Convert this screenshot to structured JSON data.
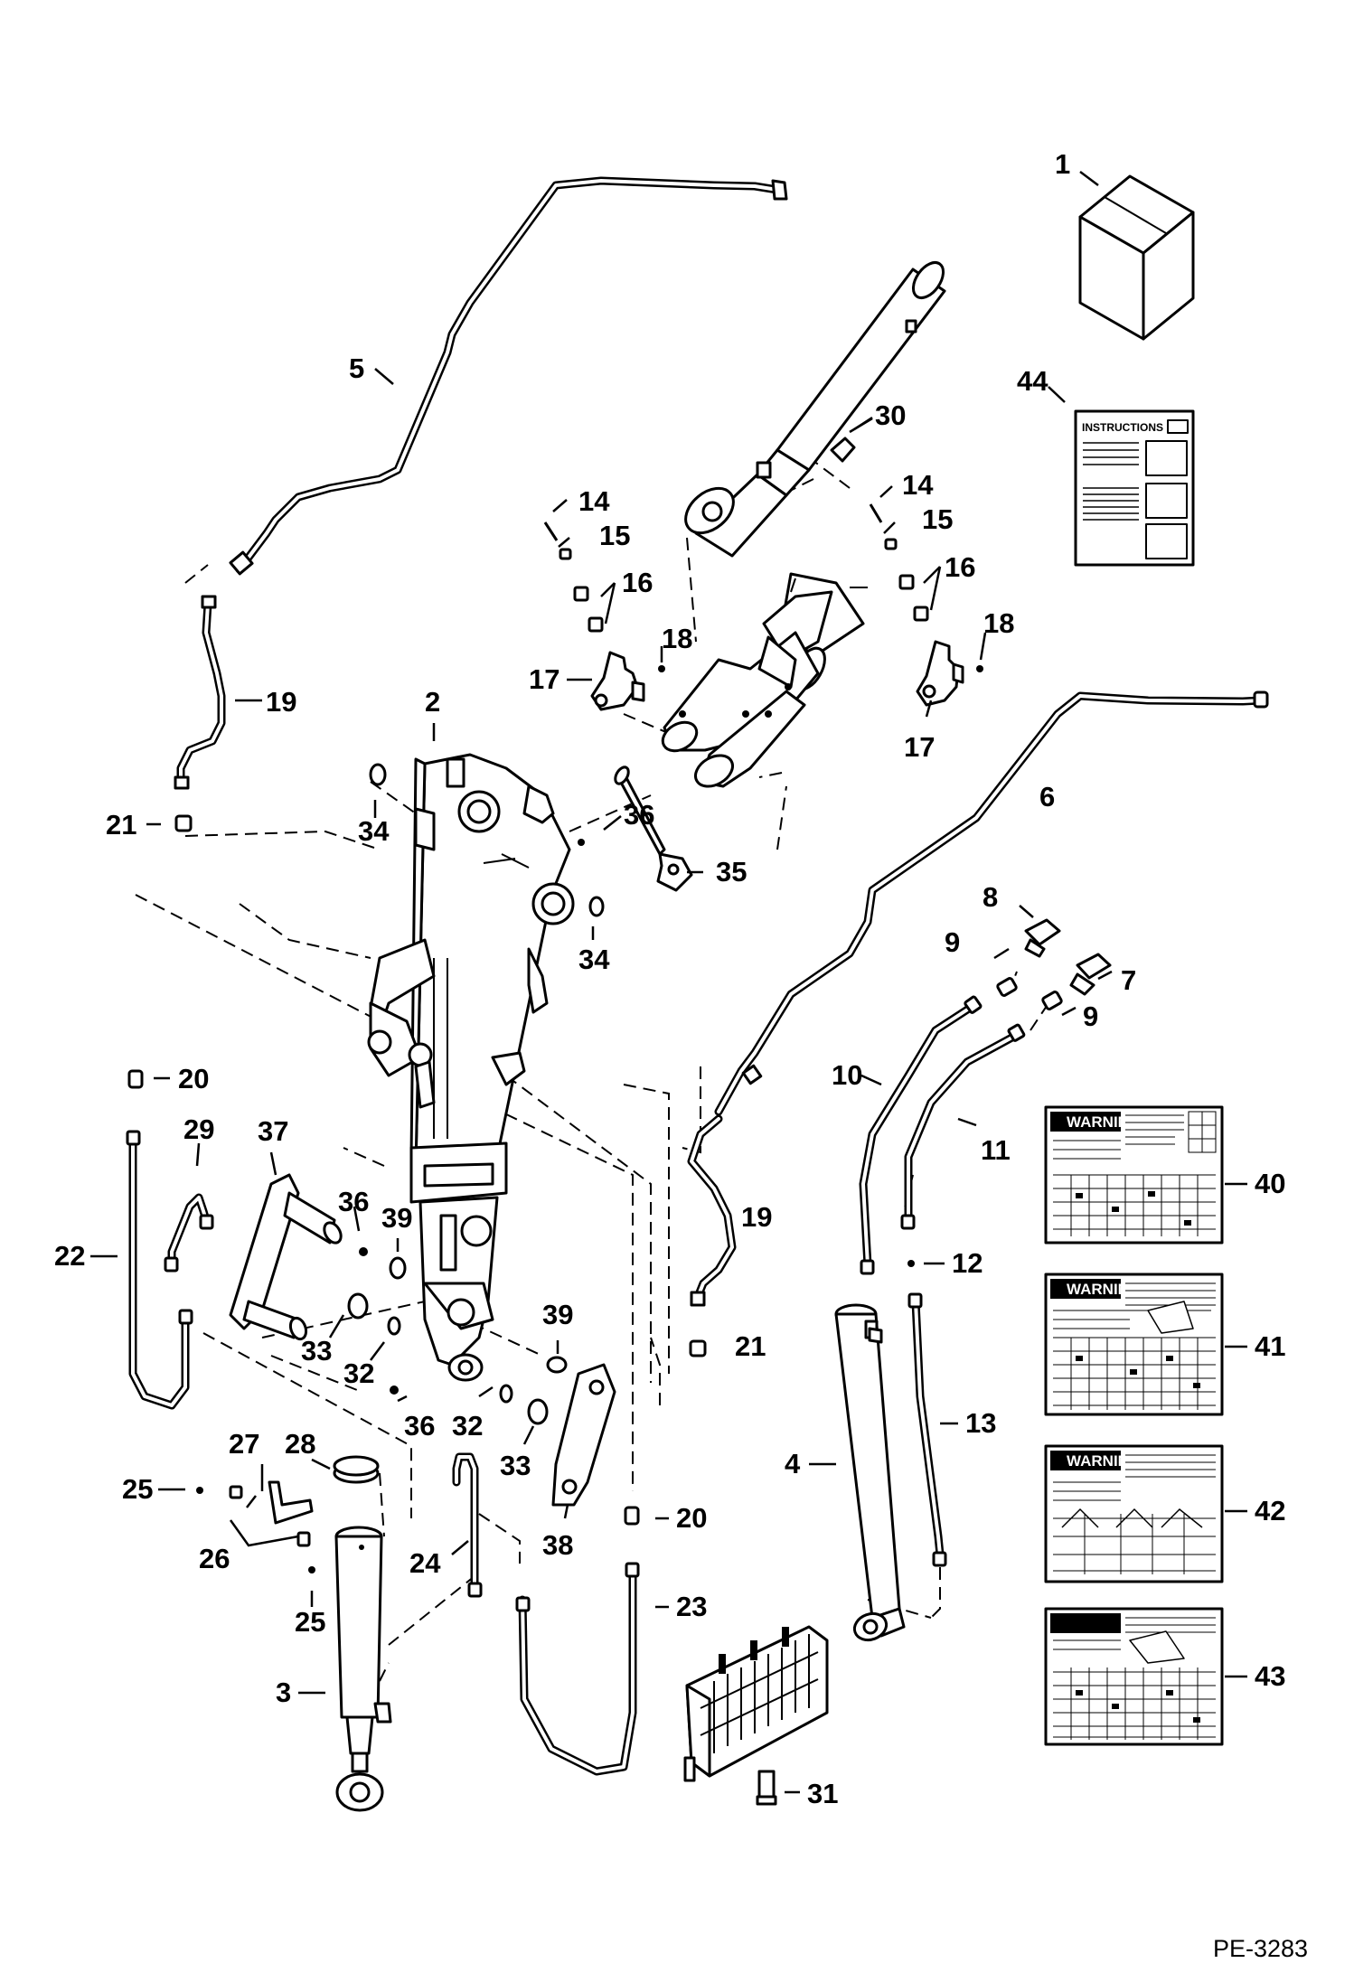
{
  "document_number": "PE-3283",
  "callouts": [
    "1",
    "2",
    "3",
    "4",
    "5",
    "6",
    "7",
    "8",
    "9",
    "10",
    "11",
    "12",
    "13",
    "14",
    "15",
    "16",
    "17",
    "18",
    "19",
    "20",
    "21",
    "22",
    "23",
    "24",
    "25",
    "26",
    "27",
    "28",
    "29",
    "30",
    "31",
    "32",
    "33",
    "34",
    "35",
    "36",
    "37",
    "38",
    "39",
    "40",
    "41",
    "42",
    "43",
    "44"
  ],
  "instructions_sheet": {
    "heading": "INSTRUCTIONS"
  },
  "decals": [
    {
      "id": "40",
      "heading": "WARNING"
    },
    {
      "id": "41",
      "heading": "WARNING"
    },
    {
      "id": "42",
      "heading": "WARNING"
    },
    {
      "id": "43",
      "heading": ""
    }
  ]
}
